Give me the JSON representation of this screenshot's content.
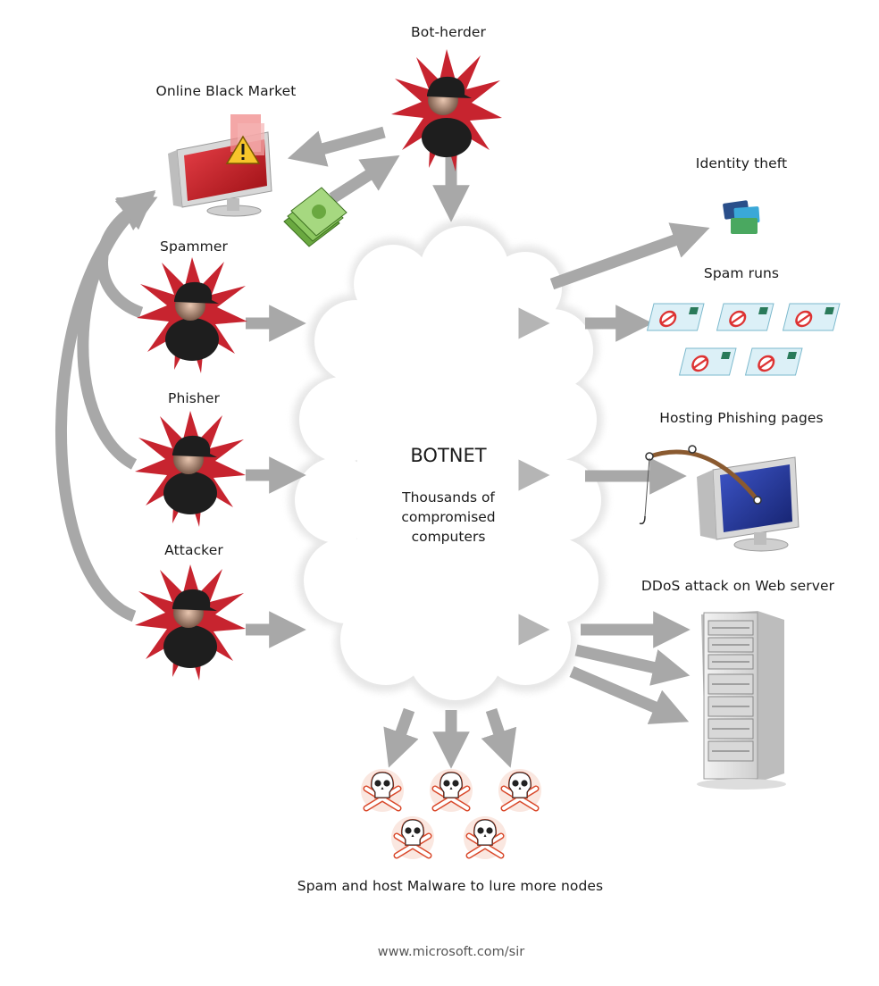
{
  "actors": {
    "bot_herder": "Bot-herder",
    "spammer": "Spammer",
    "phisher": "Phisher",
    "attacker": "Attacker",
    "market": "Online Black Market"
  },
  "botnet": {
    "title": "BOTNET",
    "line1": "Thousands of",
    "line2": "compromised",
    "line3": "computers"
  },
  "outcomes": {
    "identity": "Identity theft",
    "spam": "Spam runs",
    "phishing": "Hosting Phishing pages",
    "ddos": "DDoS attack on Web server",
    "malware": "Spam and host Malware to lure more nodes"
  },
  "footer": "www.microsoft.com/sir",
  "colors": {
    "arrow": "#a8a8a8",
    "burst": "#c7242f",
    "figure": "#1e1e1e",
    "monitor_red": "#c4161c",
    "monitor_blue": "#1d2f8a",
    "cash": "#7ab648",
    "skull_glow": "#d9482a"
  }
}
